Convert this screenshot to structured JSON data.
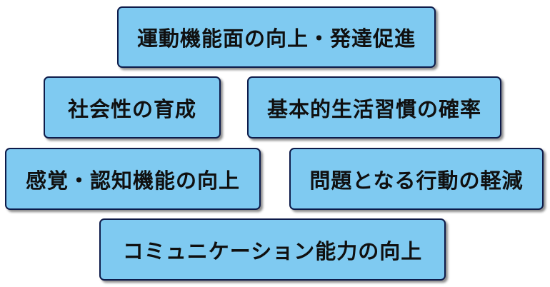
{
  "goals": [
    {
      "id": "motor",
      "label": "運動機能面の向上・発達促進"
    },
    {
      "id": "social",
      "label": "社会性の育成"
    },
    {
      "id": "habits",
      "label": "基本的生活習慣の確率"
    },
    {
      "id": "cognition",
      "label": "感覚・認知機能の向上"
    },
    {
      "id": "behavior",
      "label": "問題となる行動の軽減"
    },
    {
      "id": "communication",
      "label": "コミュニケーション能力の向上"
    }
  ],
  "colors": {
    "box_fill": "#7fcaf1",
    "box_border": "#0d1b4a",
    "text": "#101010"
  }
}
